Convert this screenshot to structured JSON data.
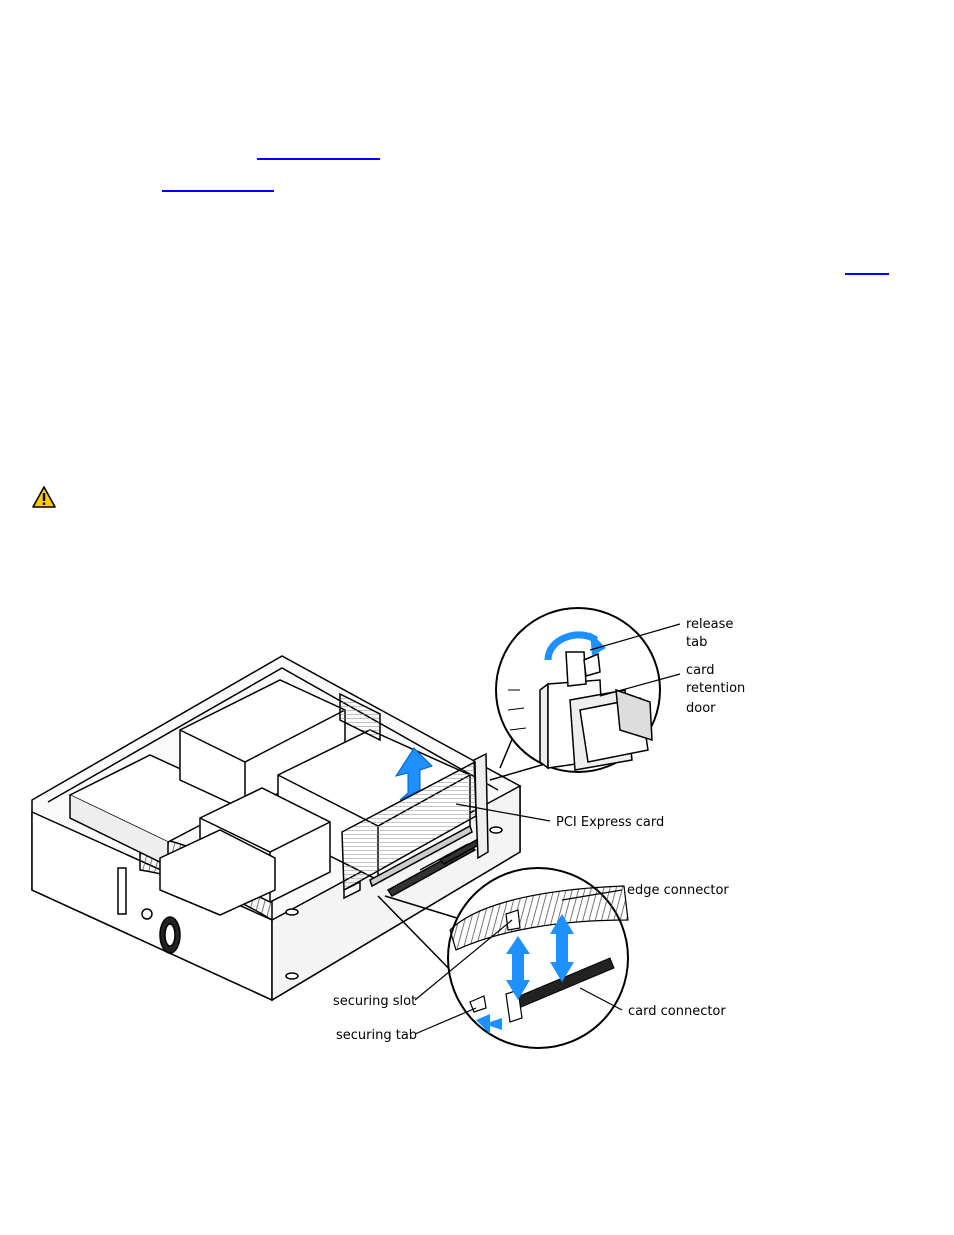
{
  "links": {
    "link_1": "",
    "link_2": "",
    "link_3": ""
  },
  "warning": {
    "icon": "caution-triangle-icon",
    "color": "#ffcc00"
  },
  "figure": {
    "callouts": {
      "release_tab": [
        "release",
        "tab"
      ],
      "card_retention_door": [
        "card",
        "retention",
        "door"
      ],
      "pci_express_card": "PCI Express card",
      "edge_connector": "edge connector",
      "securing_slot": "securing slot",
      "card_connector": "card connector",
      "securing_tab": "securing tab"
    },
    "arrow_color": "#1e90ff"
  }
}
